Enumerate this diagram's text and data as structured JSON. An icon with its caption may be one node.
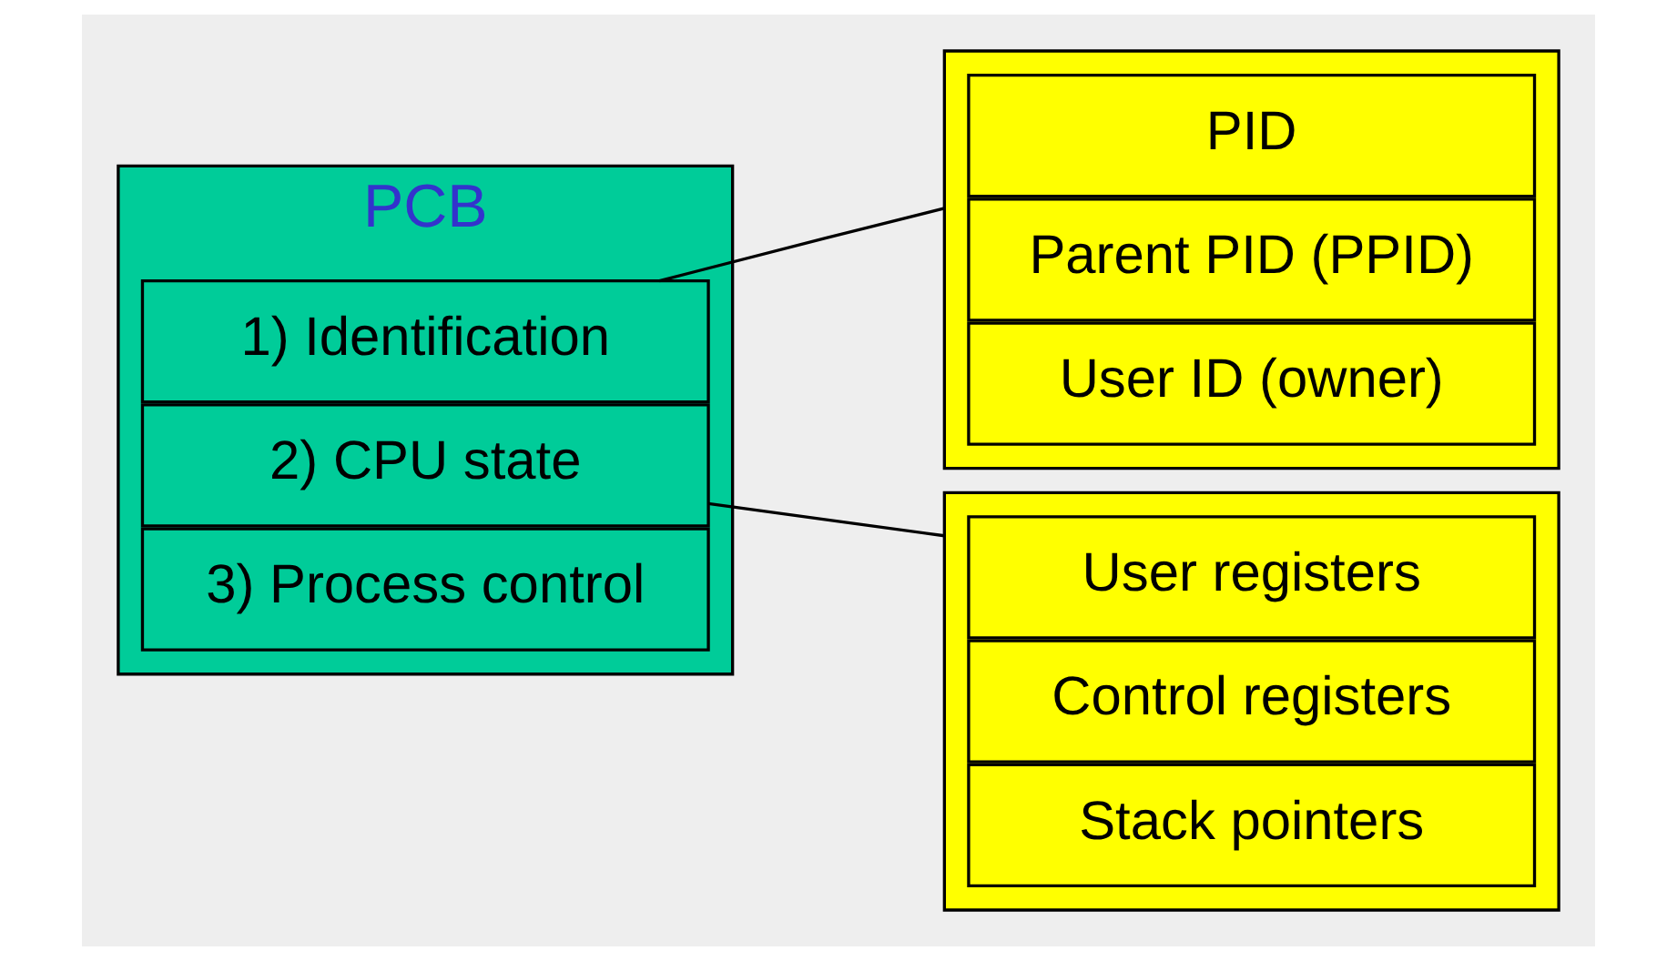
{
  "diagram": {
    "nodes": [
      {
        "text": [
          "PCB"
        ]
      },
      {
        "text": [
          "1) Identification"
        ],
        "in": 0
      },
      {
        "text": [
          "2) CPU state"
        ],
        "in": 0
      },
      {
        "text": [
          "3) Process control"
        ],
        "in": 0
      },
      {
        "text": [],
        "shape": "box"
      },
      {
        "text": [
          "PID"
        ],
        "in": 4
      },
      {
        "text": [
          "Parent PID (PPID)"
        ],
        "in": 4
      },
      {
        "text": [
          "User ID (owner)"
        ],
        "in": 4
      },
      {
        "text": [],
        "shape": "box"
      },
      {
        "text": [
          "User registers"
        ],
        "in": 8
      },
      {
        "text": [
          "Control registers"
        ],
        "in": 8
      },
      {
        "text": [
          "Stack pointers"
        ],
        "in": 8
      }
    ],
    "edges": [
      {
        "from": 1,
        "to": 4,
        "arrow": "none"
      },
      {
        "from": 2,
        "to": 8,
        "arrow": "none"
      }
    ]
  }
}
